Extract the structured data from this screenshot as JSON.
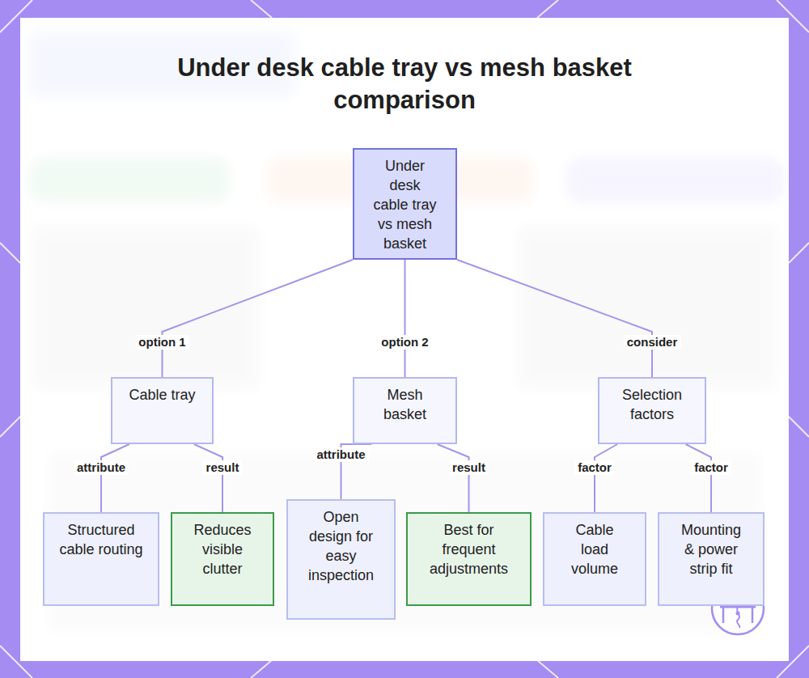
{
  "diagram": {
    "title": "Under desk cable tray vs mesh basket comparison",
    "nodes": [
      {
        "text": [
          "Under desk cable tray vs mesh basket"
        ]
      },
      {
        "text": [
          "Cable tray"
        ]
      },
      {
        "text": [
          "Mesh basket"
        ]
      },
      {
        "text": [
          "Selection factors"
        ]
      },
      {
        "text": [
          "Structured cable routing"
        ]
      },
      {
        "text": [
          "Reduces visible clutter"
        ]
      },
      {
        "text": [
          "Open design for easy inspection"
        ]
      },
      {
        "text": [
          "Best for frequent adjustments"
        ]
      },
      {
        "text": [
          "Cable load volume"
        ]
      },
      {
        "text": [
          "Mounting & power strip fit"
        ]
      }
    ],
    "edges": [
      {
        "from": 0,
        "to": 1,
        "label": "option 1",
        "arrow": "none"
      },
      {
        "from": 0,
        "to": 2,
        "label": "option 2",
        "arrow": "none"
      },
      {
        "from": 0,
        "to": 3,
        "label": "consider",
        "arrow": "none"
      },
      {
        "from": 1,
        "to": 4,
        "label": "attribute",
        "arrow": "none"
      },
      {
        "from": 1,
        "to": 5,
        "label": "result",
        "arrow": "none"
      },
      {
        "from": 2,
        "to": 6,
        "label": "attribute",
        "arrow": "none"
      },
      {
        "from": 2,
        "to": 7,
        "label": "result",
        "arrow": "none"
      },
      {
        "from": 3,
        "to": 8,
        "label": "factor",
        "arrow": "none"
      },
      {
        "from": 3,
        "to": 9,
        "label": "factor",
        "arrow": "none"
      }
    ]
  }
}
